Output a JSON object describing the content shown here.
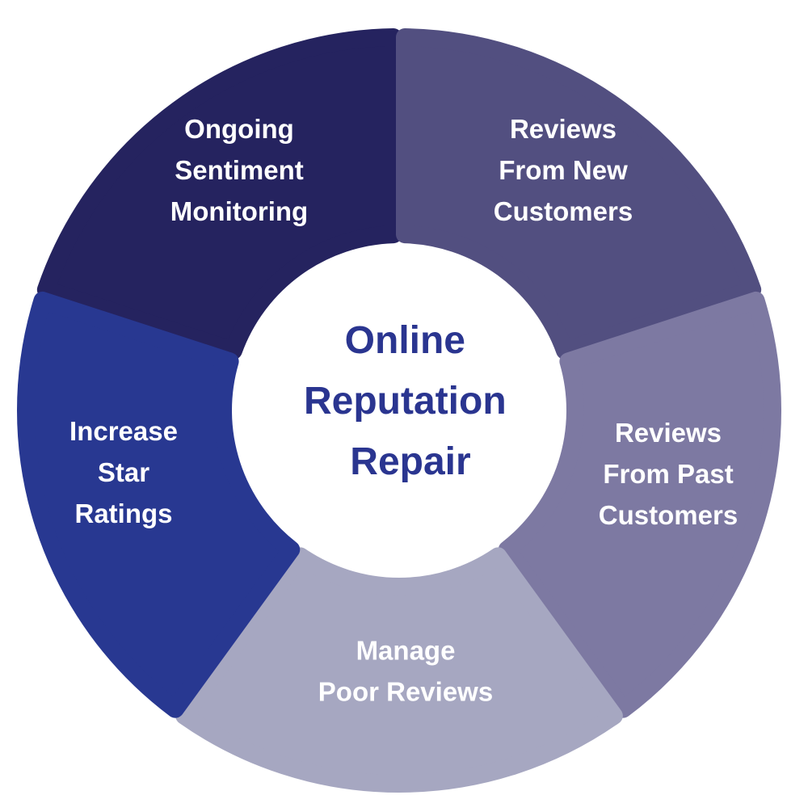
{
  "center": {
    "lines": [
      "Online",
      "Reputation",
      "Repair"
    ],
    "color": "#2a3590"
  },
  "segments": [
    {
      "id": "ongoing-sentiment-monitoring",
      "lines": [
        "Ongoing",
        "Sentiment",
        "Monitoring"
      ],
      "color": "#25235f"
    },
    {
      "id": "reviews-from-new-customers",
      "lines": [
        "Reviews",
        "From New",
        "Customers"
      ],
      "color": "#524f80"
    },
    {
      "id": "reviews-from-past-customers",
      "lines": [
        "Reviews",
        "From Past",
        "Customers"
      ],
      "color": "#7d79a2"
    },
    {
      "id": "manage-poor-reviews",
      "lines": [
        "Manage",
        "Poor Reviews"
      ],
      "color": "#a6a7c1"
    },
    {
      "id": "increase-star-ratings",
      "lines": [
        "Increase",
        "Star",
        "Ratings"
      ],
      "color": "#283891"
    }
  ]
}
